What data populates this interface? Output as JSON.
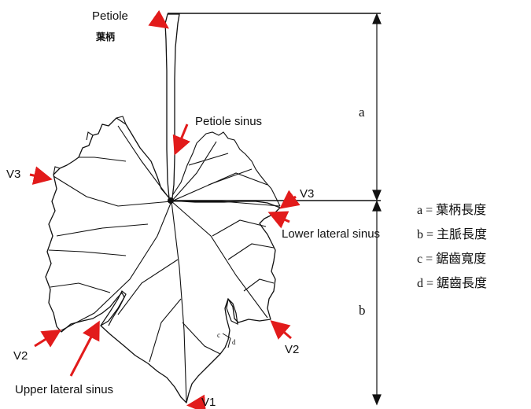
{
  "labels": {
    "petiole": "Petiole",
    "petiole_cn": "葉柄",
    "petiole_sinus": "Petiole sinus",
    "v3_left": "V3",
    "v3_right": "V3",
    "lower_lateral_sinus": "Lower lateral sinus",
    "v2_left": "V2",
    "v2_right": "V2",
    "upper_lateral_sinus": "Upper lateral sinus",
    "v1": "V1",
    "c": "c",
    "d": "d"
  },
  "dimensions": {
    "a": "a",
    "b": "b"
  },
  "legend": [
    {
      "text": "a = 葉柄長度"
    },
    {
      "text": "b = 主脈長度"
    },
    {
      "text": "c = 鋸齒寬度"
    },
    {
      "text": "d = 鋸齒長度"
    }
  ],
  "colors": {
    "arrow": "#e21b1b",
    "line": "#111111"
  }
}
